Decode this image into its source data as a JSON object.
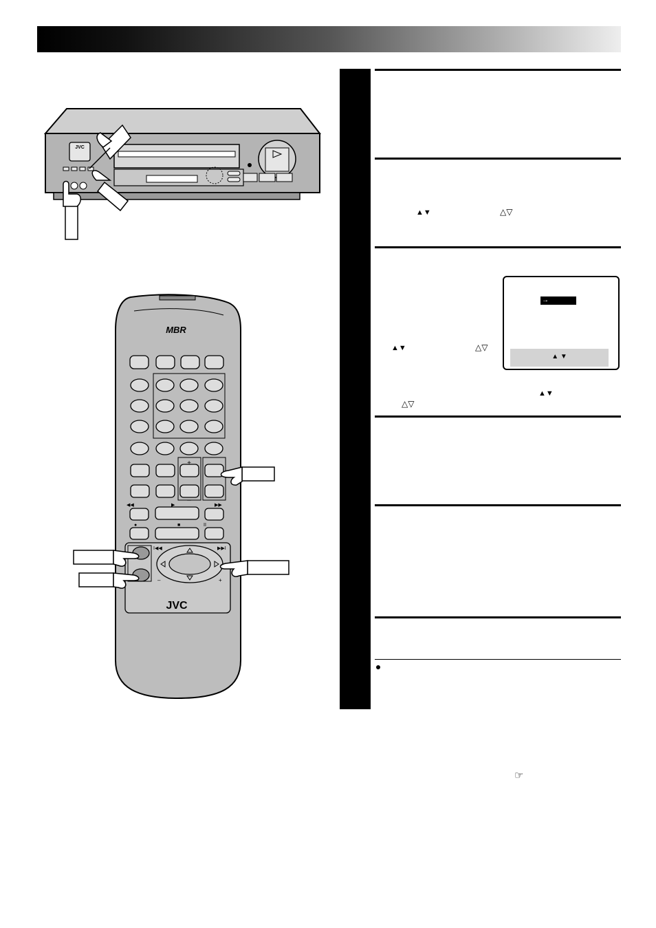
{
  "page": {
    "brand": "JVC",
    "remote_logo": "MBR"
  },
  "steps": {
    "step2_arrows_filled": "▲▼",
    "step2_arrows_outline": "△▽",
    "step3_arrows_filled": "▲▼",
    "step3_arrows_outline": "△▽",
    "step3_after_arrows_filled": "▲▼",
    "step3_after_arrows_outline": "△▽"
  },
  "screen": {
    "cursor_text": "→",
    "bottom_hint": "▲ ▼"
  },
  "remote": {
    "plus_label": "+",
    "minus_label": "–",
    "ff_label": "▶▶",
    "rew_label": "◀◀",
    "play_label": "▶",
    "stop_label": "■",
    "pause_label": "II",
    "rec_label": "●",
    "skip_back_label": "I◀◀",
    "skip_fwd_label": "▶▶I"
  },
  "footnote": {
    "ref_icon": "☞"
  },
  "colors": {
    "header_start": "#000000",
    "header_end": "#eeeeee",
    "vcr_body": "#b4b4b4",
    "remote_body": "#bdbdbd"
  }
}
